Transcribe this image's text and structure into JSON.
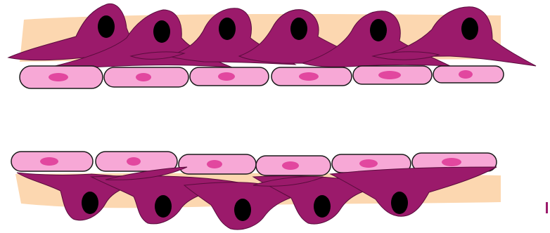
{
  "colors": {
    "background": "#ffffff",
    "basement_band": "#fcd7b0",
    "pericyte": "#9b1a6b",
    "pericyte_stroke": "#5a0c3d",
    "pericyte_nucleus": "#000000",
    "endothelial_cell": "#f7a8d6",
    "endothelial_stroke": "#1a1a1a",
    "endothelial_nucleus": "#e2479f",
    "edge_mark": "#9b1a6b"
  },
  "layers": {
    "top_pericytes": 6,
    "top_endothelial_cells": 6,
    "bottom_endothelial_cells": 6,
    "bottom_pericytes": 5
  }
}
